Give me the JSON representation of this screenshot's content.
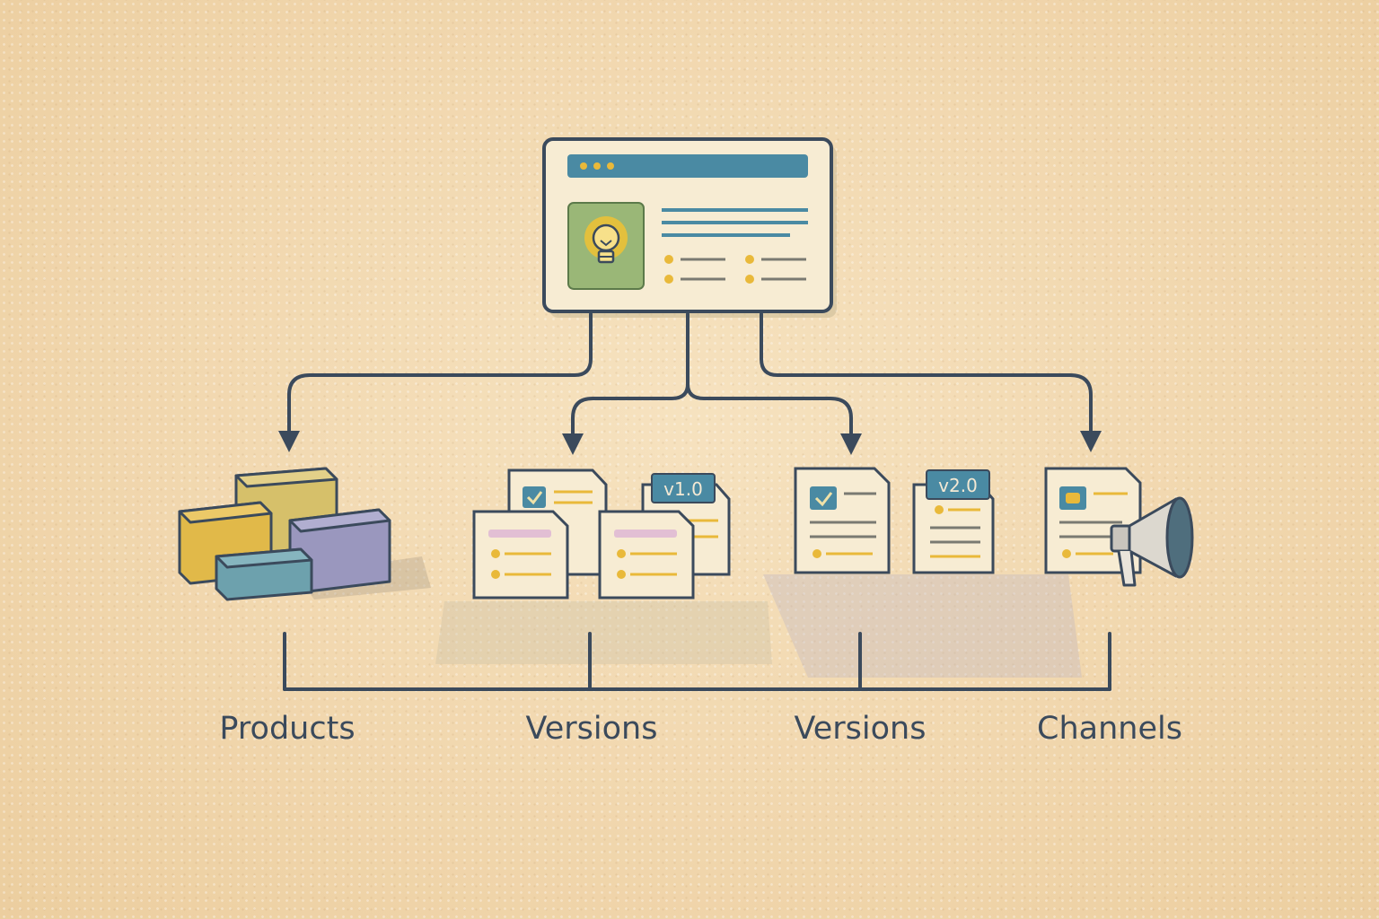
{
  "diagram": {
    "columns": [
      {
        "id": "products",
        "label": "Products"
      },
      {
        "id": "versions-1",
        "label": "Versions"
      },
      {
        "id": "versions-2",
        "label": "Versions"
      },
      {
        "id": "channels",
        "label": "Channels"
      }
    ],
    "badges": {
      "v1": "v1.0",
      "v2": "v2.0"
    }
  },
  "colors": {
    "stroke": "#3b4a5c",
    "header_blue": "#4a8aa3",
    "dot_yellow": "#e9b93a",
    "paper": "#f7ecd3",
    "box_yellow": "#e1b949",
    "box_olive": "#d6c06a",
    "box_purple": "#9a97be",
    "box_teal": "#6da1ad",
    "bulb_bg": "#9ab777"
  },
  "icons": [
    "window-icon",
    "lightbulb-icon",
    "boxes-icon",
    "document-icon",
    "check-icon",
    "megaphone-icon",
    "arrow-down-icon"
  ]
}
